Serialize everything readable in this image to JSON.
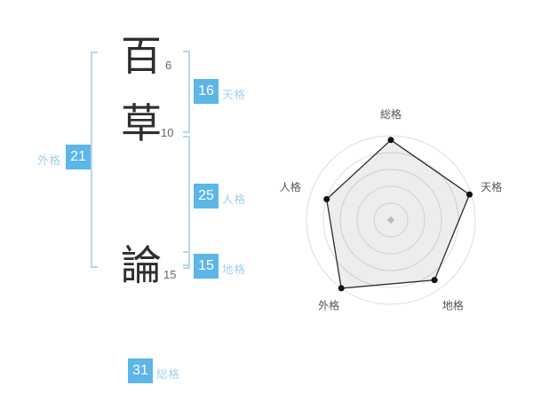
{
  "name_panel": {
    "characters": [
      {
        "char": "百",
        "strokes": "6"
      },
      {
        "char": "草",
        "strokes": "10"
      },
      {
        "char": "論",
        "strokes": "15"
      }
    ],
    "scores": {
      "gaikaku": {
        "value": "21",
        "label": "外格"
      },
      "tenkaku": {
        "value": "16",
        "label": "天格"
      },
      "jinkaku": {
        "value": "25",
        "label": "人格"
      },
      "chikaku": {
        "value": "15",
        "label": "地格"
      },
      "soukaku": {
        "value": "31",
        "label": "総格"
      }
    }
  },
  "colors": {
    "badge_bg": "#5cb6e8",
    "label_blue": "#a3d2ef",
    "bracket_blue": "#b3d8f2",
    "kanji_dark": "#2e2e2e",
    "stroke_gray": "#666666",
    "chart_grid": "#dddddd",
    "chart_label": "#555555",
    "chart_line": "#2a2a2a",
    "chart_fill": "rgba(0,0,0,0.07)",
    "chart_center": "#c9c9c9"
  },
  "chart_data": {
    "type": "radar",
    "axes": [
      "総格",
      "天格",
      "地格",
      "外格",
      "人格"
    ],
    "values": [
      95,
      98,
      88,
      100,
      80
    ],
    "max": 100,
    "rings": 5,
    "grid": "concentric-circles",
    "legend": "none",
    "title": ""
  }
}
